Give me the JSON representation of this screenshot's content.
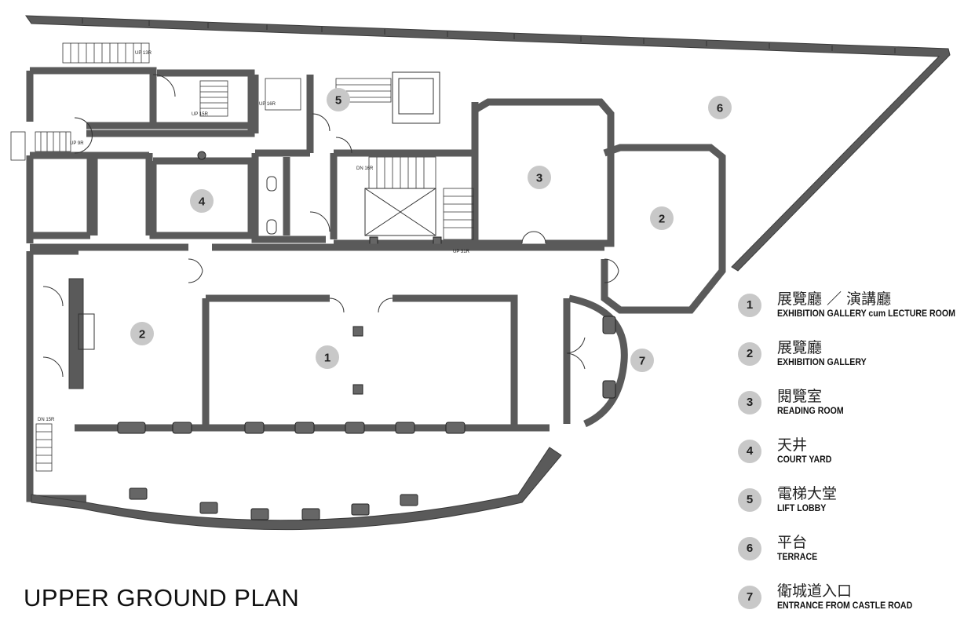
{
  "plan_title": "UPPER GROUND PLAN",
  "room_labels": [
    {
      "num": "1",
      "room": "exhibition-gallery-lecture-room"
    },
    {
      "num": "2",
      "room": "exhibition-gallery-west"
    },
    {
      "num": "2",
      "room": "exhibition-gallery-east"
    },
    {
      "num": "3",
      "room": "reading-room"
    },
    {
      "num": "4",
      "room": "court-yard"
    },
    {
      "num": "5",
      "room": "lift-lobby"
    },
    {
      "num": "6",
      "room": "terrace"
    },
    {
      "num": "7",
      "room": "entrance-castle-road"
    }
  ],
  "stair_notes": [
    "UP 13R",
    "UP 15R",
    "UP 16R",
    "UP 9R",
    "DN 16R",
    "UP 31R",
    "DN 15R"
  ],
  "legend": [
    {
      "num": "1",
      "zh": "展覽廳 ／ 演講廳",
      "en": "EXHIBITION GALLERY cum LECTURE ROOM"
    },
    {
      "num": "2",
      "zh": "展覽廳",
      "en": "EXHIBITION GALLERY"
    },
    {
      "num": "3",
      "zh": "閱覽室",
      "en": "READING ROOM"
    },
    {
      "num": "4",
      "zh": "天井",
      "en": "COURT YARD"
    },
    {
      "num": "5",
      "zh": "電梯大堂",
      "en": "LIFT LOBBY"
    },
    {
      "num": "6",
      "zh": "平台",
      "en": "TERRACE"
    },
    {
      "num": "7",
      "zh": "衛城道入口",
      "en": "ENTRANCE FROM CASTLE ROAD"
    }
  ],
  "colors": {
    "wall": "#5a5a5a",
    "bubble": "#c8c8c8",
    "text": "#222222"
  }
}
